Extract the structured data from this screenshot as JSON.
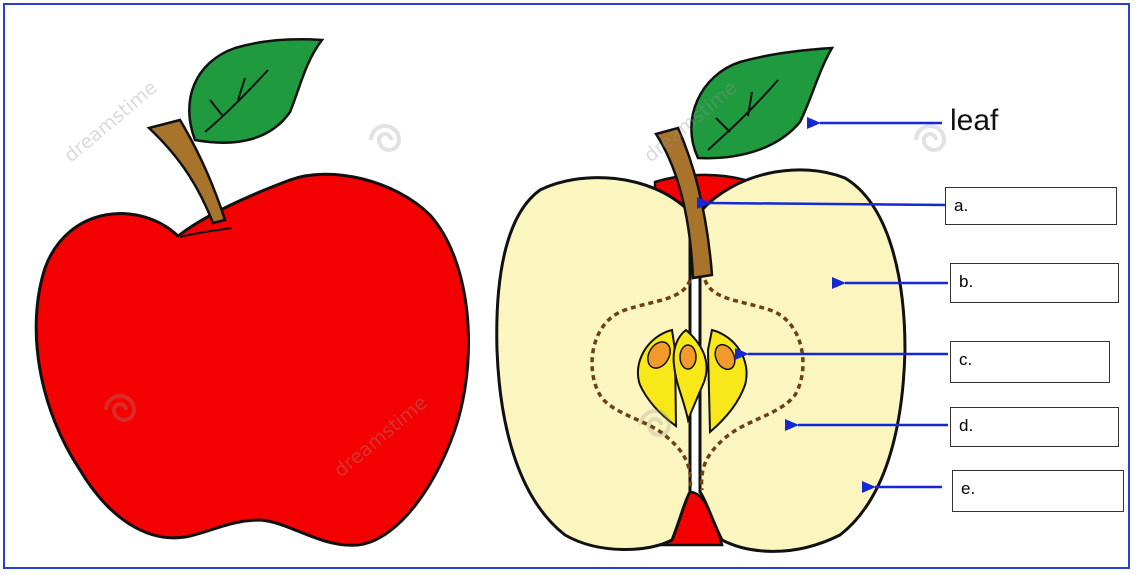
{
  "diagram": {
    "labels": {
      "leaf": "leaf",
      "a": "a.",
      "b": "b.",
      "c": "c.",
      "d": "d.",
      "e": "e."
    },
    "watermark": "dreamstime"
  },
  "colors": {
    "frame_border": "#2a3fd1",
    "apple_red": "#f50000",
    "flesh": "#fbf6c0",
    "leaf_green": "#1f9a3e",
    "stem_brown": "#a8732a",
    "seed_yellow": "#f8e81a",
    "seed_orange": "#f39a2c",
    "arrow_blue": "#1428d6"
  }
}
